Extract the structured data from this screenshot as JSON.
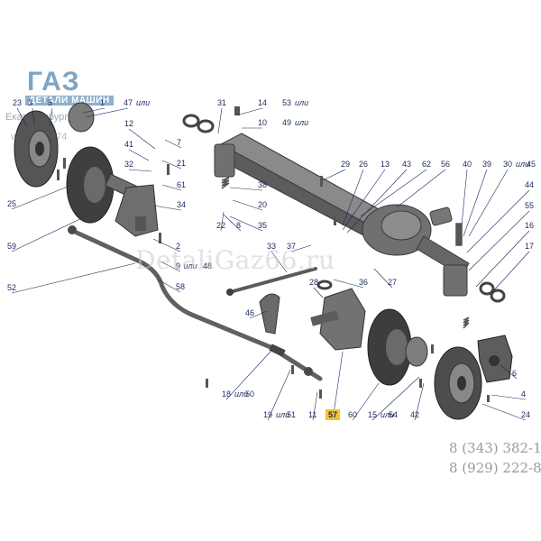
{
  "brand": {
    "logo_main": "ГАЗ",
    "logo_sub": "ДЕТАЛИ МАШИН",
    "logo_city": "Екатеринбург",
    "logo_web": "www.gaz174",
    "watermark": "DetaliGaz66.ru"
  },
  "contacts": {
    "phone_1": "8 (343) 382-1",
    "phone_2": "8 (929) 222-8"
  },
  "callouts": [
    {
      "text": "23"
    },
    {
      "text": "3"
    },
    {
      "text": "5"
    },
    {
      "text": "1"
    },
    {
      "text": "47"
    },
    {
      "text": "31"
    },
    {
      "text": "14"
    },
    {
      "text": "53"
    },
    {
      "text": "10"
    },
    {
      "text": "49"
    },
    {
      "text": "12"
    },
    {
      "text": "7"
    },
    {
      "text": "41"
    },
    {
      "text": "21"
    },
    {
      "text": "32"
    },
    {
      "text": "61"
    },
    {
      "text": "34"
    },
    {
      "text": "25"
    },
    {
      "text": "59"
    },
    {
      "text": "52"
    },
    {
      "text": "2"
    },
    {
      "text": "9"
    },
    {
      "text": "48"
    },
    {
      "text": "58"
    },
    {
      "text": "22"
    },
    {
      "text": "8"
    },
    {
      "text": "35"
    },
    {
      "text": "20"
    },
    {
      "text": "38"
    },
    {
      "text": "29"
    },
    {
      "text": "26"
    },
    {
      "text": "13"
    },
    {
      "text": "43"
    },
    {
      "text": "62"
    },
    {
      "text": "56"
    },
    {
      "text": "40"
    },
    {
      "text": "39"
    },
    {
      "text": "30"
    },
    {
      "text": "45"
    },
    {
      "text": "44"
    },
    {
      "text": "55"
    },
    {
      "text": "16"
    },
    {
      "text": "17"
    },
    {
      "text": "37"
    },
    {
      "text": "33"
    },
    {
      "text": "36"
    },
    {
      "text": "27"
    },
    {
      "text": "28"
    },
    {
      "text": "46"
    },
    {
      "text": "18"
    },
    {
      "text": "50"
    },
    {
      "text": "19"
    },
    {
      "text": "51"
    },
    {
      "text": "11"
    },
    {
      "text": "57"
    },
    {
      "text": "60"
    },
    {
      "text": "15"
    },
    {
      "text": "54"
    },
    {
      "text": "42"
    },
    {
      "text": "6"
    },
    {
      "text": "4"
    },
    {
      "text": "24"
    }
  ],
  "or_word": "или",
  "highlight_color": "#f2c230",
  "line_color": "#1a2a5e",
  "part_color": "#5a5a5a"
}
